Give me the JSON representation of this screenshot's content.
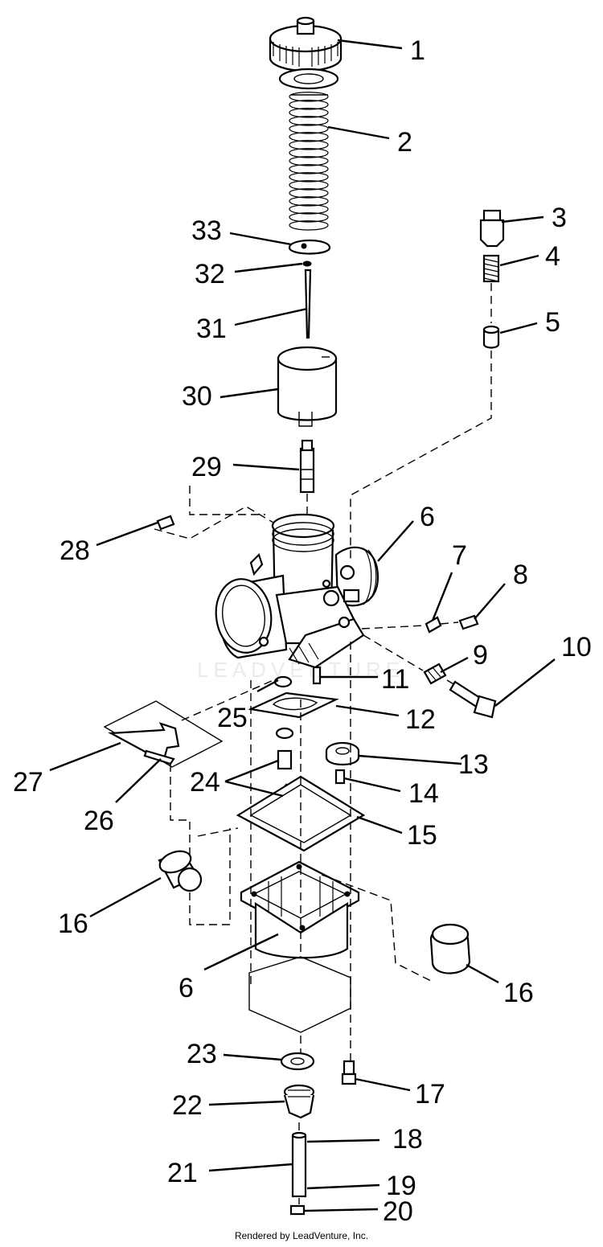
{
  "callouts": [
    "1",
    "2",
    "3",
    "4",
    "5",
    "6",
    "7",
    "8",
    "9",
    "10",
    "11",
    "12",
    "13",
    "14",
    "15",
    "16",
    "17",
    "18",
    "19",
    "20",
    "21",
    "22",
    "23",
    "24",
    "25",
    "26",
    "27",
    "28",
    "29",
    "30",
    "31",
    "32",
    "33"
  ],
  "watermark": "LEADVENTURE",
  "footer": "Rendered by LeadVenture, Inc."
}
